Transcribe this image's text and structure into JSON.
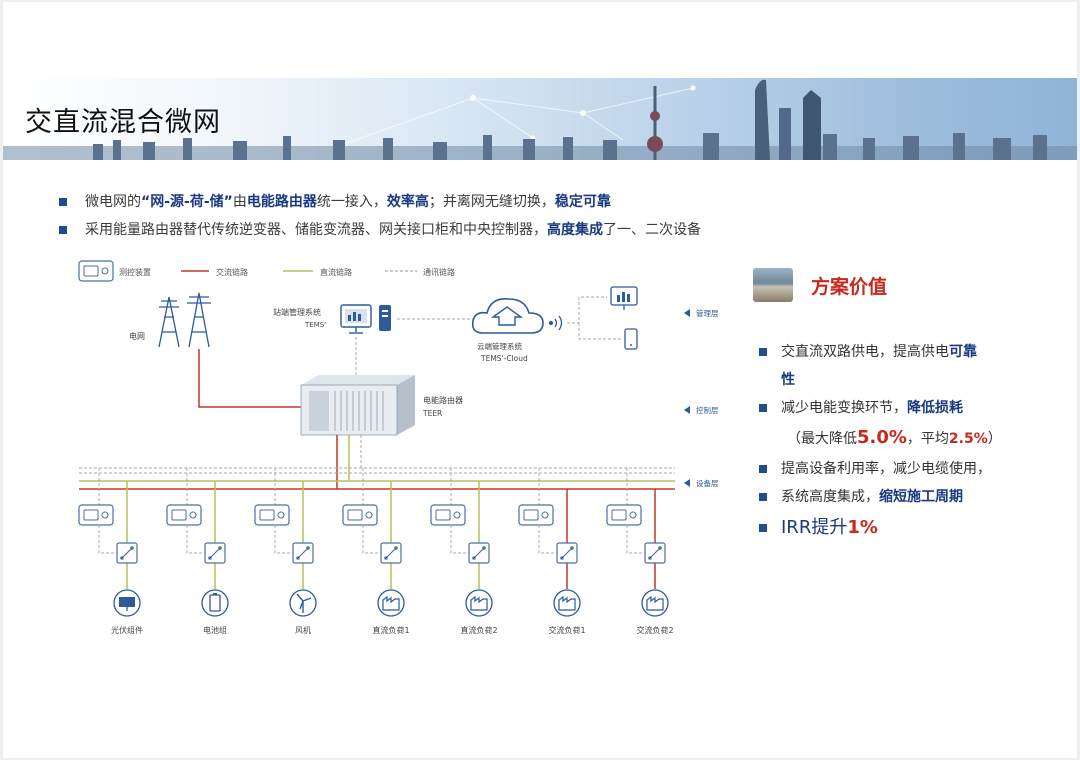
{
  "title": "交直流混合微网",
  "bullets": [
    {
      "parts": [
        "微电网的",
        "“网-源-荷-储”",
        "由",
        "电能路由器",
        "统一接入，",
        "效率高",
        "；并离网无缝切换，",
        "稳定可靠"
      ]
    },
    {
      "parts": [
        "采用能量路由器替代传统逆变器、储能变流器、网关接口柜和中央控制器，",
        "高度集成",
        "了一、二次设备"
      ]
    }
  ],
  "legend": {
    "device": "测控装置",
    "ac": "交流链路",
    "dc": "直流链路",
    "comm": "通讯链路"
  },
  "layers": {
    "management": "管理层",
    "control": "控制层",
    "device": "设备层"
  },
  "nodes": {
    "grid": "电网",
    "station_name": "站端管理系统",
    "station_code": "TEMS'",
    "cloud_name": "云端管理系统",
    "cloud_code": "TEMS'-Cloud",
    "router_name": "电能路由器",
    "router_code": "TEER"
  },
  "loads": [
    "光伏组件",
    "电池组",
    "风机",
    "直流负荷1",
    "直流负荷2",
    "交流负荷1",
    "交流负荷2"
  ],
  "value_panel": {
    "heading": "方案价值",
    "item1_a": "交直流双路供电，提高供电",
    "item1_b": "可靠",
    "item1_c": "性",
    "item2_a": "减少电能变换环节，",
    "item2_b": "降低损耗",
    "item2_sub_a": "（最大降低",
    "item2_sub_b": "5.0%",
    "item2_sub_c": "，平均",
    "item2_sub_d": "2.5%",
    "item2_sub_e": "）",
    "item3": "提高设备利用率，减少电缆使用，",
    "item4_a": "系统高度集成，",
    "item4_b": "缩短施工周期",
    "item5_a": "IRR提升",
    "item5_b": "1%"
  },
  "colors": {
    "ac_link": "#c0392b",
    "dc_link": "#b5c15a",
    "comm_link": "#aaaaaa",
    "accent_blue": "#1a3a80",
    "accent_red": "#c8281f"
  }
}
